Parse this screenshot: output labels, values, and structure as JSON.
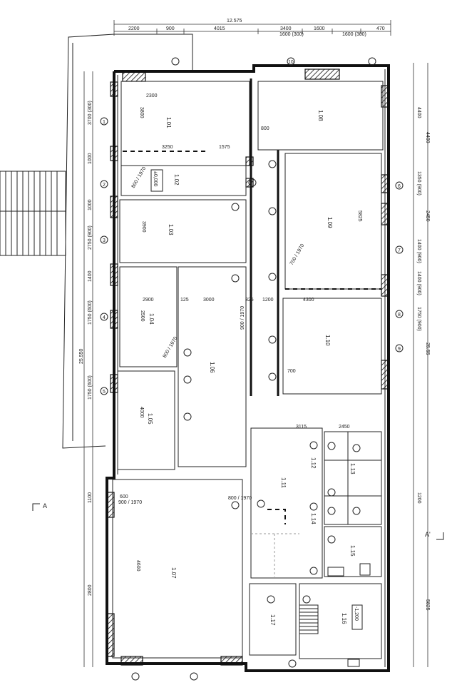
{
  "top_dimensions": {
    "overall": "12.575",
    "segments": [
      "2200",
      "900",
      "4015",
      "3400",
      "1600 (300)",
      "1600",
      "1600 (300)",
      "470"
    ]
  },
  "left_dimensions": [
    "3700 (300)",
    "1000",
    "1000",
    "2750 (900)",
    "1400",
    "1750 (600)",
    "25.550",
    "1750 (600)",
    "1100",
    "2800"
  ],
  "right_dimensions": [
    "4400",
    "1350 (900)",
    "2450",
    "1400 (900)",
    "1400 (900)",
    "1750 (900)",
    "25.55",
    "1200",
    "5825"
  ],
  "room_dims": {
    "d_2300": "2300",
    "d_3800": "3800",
    "d_3250": "3250",
    "d_1575": "1575",
    "d_2900": "2900",
    "d_125": "125",
    "d_3000": "3000",
    "d_325": "325",
    "d_1200": "1200",
    "d_4300": "4300",
    "d_3115": "3115",
    "d_2450": "2450",
    "d_5825": "5825",
    "d_4600": "4600",
    "d_2500": "2500",
    "d_3900": "3900",
    "d_4000": "4000",
    "d_800": "800",
    "d_700": "700",
    "d_4400": "4400",
    "d_600": "600"
  },
  "doors": {
    "door_a": "800 / 1970",
    "door_b": "900 / 1970",
    "door_c": "700 / 1970",
    "door_d": "800 / 1970",
    "door_e": "900 / 1970",
    "door_f": "800 / 1970"
  },
  "level_mark": "±0,000",
  "level_mark_2": "-1,200",
  "section_left": "A",
  "section_right": "A'",
  "rooms": [
    {
      "id": "r101",
      "label": "1.01"
    },
    {
      "id": "r102",
      "label": "1.02"
    },
    {
      "id": "r103",
      "label": "1.03"
    },
    {
      "id": "r104",
      "label": "1.04"
    },
    {
      "id": "r105",
      "label": "1.05"
    },
    {
      "id": "r106",
      "label": "1.06"
    },
    {
      "id": "r107",
      "label": "1.07"
    },
    {
      "id": "r108",
      "label": "1.08"
    },
    {
      "id": "r109",
      "label": "1.09"
    },
    {
      "id": "r110",
      "label": "1.10"
    },
    {
      "id": "r111",
      "label": "1.11"
    },
    {
      "id": "r112",
      "label": "1.12"
    },
    {
      "id": "r113",
      "label": "1.13"
    },
    {
      "id": "r114",
      "label": "1.14"
    },
    {
      "id": "r115",
      "label": "1.15"
    },
    {
      "id": "r116",
      "label": "1.16"
    },
    {
      "id": "r117",
      "label": "1.17"
    }
  ],
  "markers": {
    "m1": "1",
    "m2": "2",
    "m3": "3",
    "m4": "4",
    "m5": "5",
    "m6": "6",
    "m7": "7",
    "m8": "8",
    "m9": "9",
    "m10": "10"
  }
}
